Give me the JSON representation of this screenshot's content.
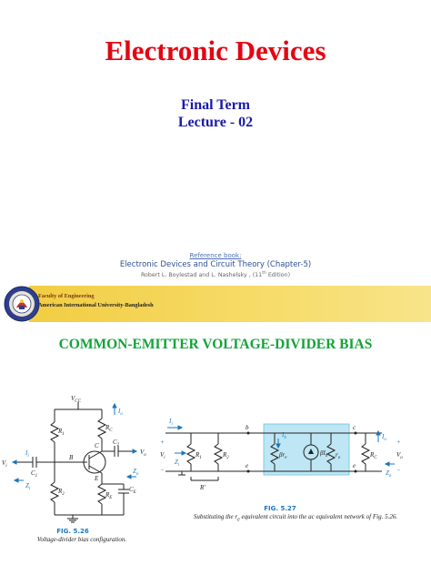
{
  "title": "Electronic Devices",
  "subtitle_line1": "Final Term",
  "subtitle_line2": "Lecture - 02",
  "reference": {
    "label": "Reference book:",
    "book": "Electronic Devices and Circuit Theory (Chapter-5)",
    "authors": "Robert L. Boylestad and L. Nashelsky , (11",
    "edition_sup": "th",
    "edition_tail": " Edition)"
  },
  "banner": {
    "faculty": "Faculty of Engineering",
    "university": "American International University-Bangladesh",
    "color": "#f2cd43"
  },
  "section_title": "COMMON-EMITTER VOLTAGE-DIVIDER BIAS",
  "figures": {
    "fig26": {
      "number": "FIG. 5.26",
      "caption": "Voltage-divider bias configuration.",
      "labels": {
        "vcc": "V",
        "vcc_sub": "CC",
        "r1": "R",
        "r1_sub": "1",
        "r2": "R",
        "r2_sub": "2",
        "rc": "R",
        "rc_sub": "C",
        "re": "R",
        "re_sub": "E",
        "c1": "C",
        "c1_sub": "1",
        "c2": "C",
        "c2_sub": "2",
        "ce": "C",
        "ce_sub": "E",
        "b": "B",
        "c": "C",
        "e": "E",
        "ii": "I",
        "ii_sub": "i",
        "io": "I",
        "io_sub": "o",
        "vi": "V",
        "vi_sub": "i",
        "vo": "V",
        "vo_sub": "o",
        "zi": "Z",
        "zi_sub": "i",
        "zo": "Z",
        "zo_sub": "o"
      }
    },
    "fig27": {
      "number": "FIG. 5.27",
      "caption": "Substituting the r",
      "caption_sub": "e",
      "caption_tail": " equivalent circuit into the ac equivalent network of Fig. 5.26.",
      "labels": {
        "ii": "I",
        "ii_sub": "i",
        "ib": "I",
        "ib_sub": "b",
        "io": "I",
        "io_sub": "o",
        "vi": "V",
        "vi_sub": "i",
        "vo": "V",
        "vo_sub": "o",
        "zi": "Z",
        "zi_sub": "i",
        "zo": "Z",
        "zo_sub": "o",
        "r1": "R",
        "r1_sub": "1",
        "r2": "R",
        "r2_sub": "2",
        "beta_re": "βr",
        "beta_re_sub": "e",
        "beta_ib": "βI",
        "beta_ib_sub": "b",
        "ro": "r",
        "ro_sub": "o",
        "rc": "R",
        "rc_sub": "C",
        "rprime": "R′",
        "b": "b",
        "c": "c",
        "e": "e",
        "plus": "+",
        "minus": "−"
      }
    }
  }
}
